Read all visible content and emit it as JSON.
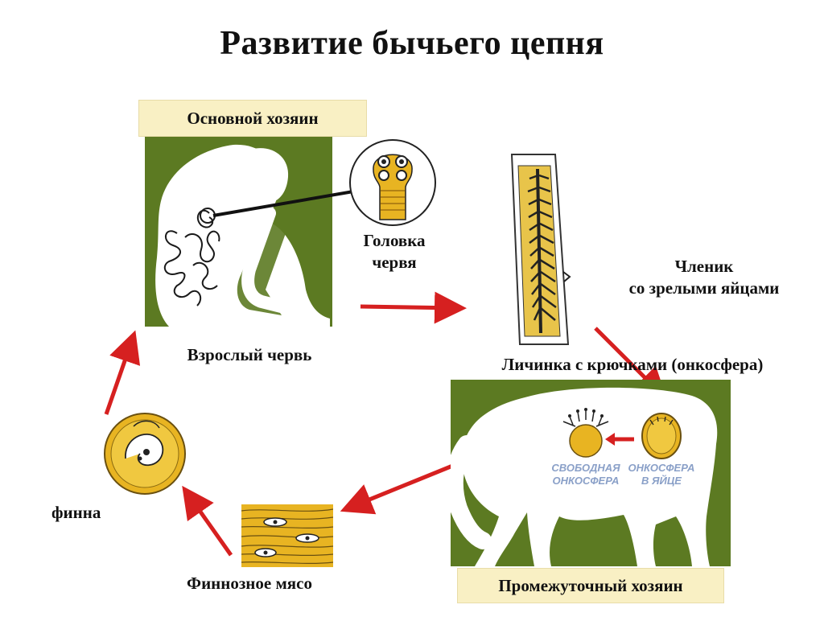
{
  "title": "Развитие бычьего цепня",
  "labels": {
    "definitive_host": "Основной хозяин",
    "head_line1": "Головка",
    "head_line2": "червя",
    "segment_line1": "Членик",
    "segment_line2": "со зрелыми яйцами",
    "adult_worm": "Взрослый червь",
    "oncosphere": "Личинка с крючками (онкосфера)",
    "finna": "финна",
    "finnous_meat": "Финнозное мясо",
    "intermediate_host": "Промежуточный хозяин",
    "free_oncosphere_line1": "СВОБОДНАЯ",
    "free_oncosphere_line2": "ОНКОСФЕРА",
    "egg_oncosphere_line1": "ОНКОСФЕРА",
    "egg_oncosphere_line2": "В ЯЙЦЕ"
  },
  "colors": {
    "panel_green": "#5c7a22",
    "arrow_red": "#d62020",
    "worm_yellow": "#e8b422",
    "label_bg": "#f9f0c4",
    "inset_text_blue": "#8aa0c8"
  }
}
